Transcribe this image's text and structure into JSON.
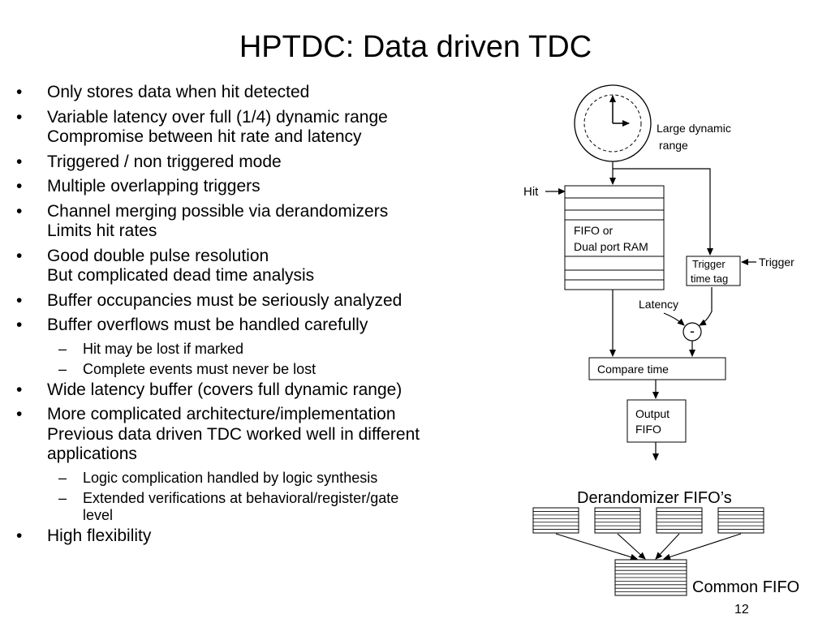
{
  "title": "HPTDC: Data driven TDC",
  "bullets": [
    {
      "lines": [
        "Only stores data when hit detected"
      ]
    },
    {
      "lines": [
        "Variable latency over full (1/4) dynamic range",
        "Compromise between hit rate and latency"
      ]
    },
    {
      "lines": [
        "Triggered / non triggered mode"
      ]
    },
    {
      "lines": [
        "Multiple overlapping triggers"
      ]
    },
    {
      "lines": [
        "Channel merging possible via derandomizers",
        "Limits hit rates"
      ]
    },
    {
      "lines": [
        "Good double pulse resolution",
        "But complicated dead time analysis"
      ]
    },
    {
      "lines": [
        "Buffer occupancies must be seriously analyzed"
      ]
    },
    {
      "lines": [
        "Buffer overflows must be handled carefully"
      ],
      "sub": [
        {
          "lines": [
            "Hit may be lost if marked"
          ]
        },
        {
          "lines": [
            "Complete events must never be lost"
          ]
        }
      ]
    },
    {
      "lines": [
        "Wide latency buffer (covers full dynamic range)"
      ]
    },
    {
      "lines": [
        "More complicated architecture/implementation",
        "Previous data driven TDC worked well in different",
        "applications"
      ],
      "sub": [
        {
          "lines": [
            "Logic complication handled by logic synthesis"
          ]
        },
        {
          "lines": [
            "Extended verifications at behavioral/register/gate",
            "level"
          ]
        }
      ]
    },
    {
      "lines": [
        "High flexibility"
      ]
    }
  ],
  "diagram": {
    "large_dynamic_range": [
      "Large dynamic",
      "range"
    ],
    "hit": "Hit",
    "fifo": [
      "FIFO or",
      "Dual port RAM"
    ],
    "trigger_time_tag": [
      "Trigger",
      "time tag"
    ],
    "trigger": "Trigger",
    "latency": "Latency",
    "subtract_symbol": "-",
    "compare_time": "Compare time",
    "output_fifo": [
      "Output",
      "FIFO"
    ],
    "derandomizer_fifos": "Derandomizer FIFO’s",
    "common_fifo": "Common FIFO"
  },
  "page_number": "12"
}
